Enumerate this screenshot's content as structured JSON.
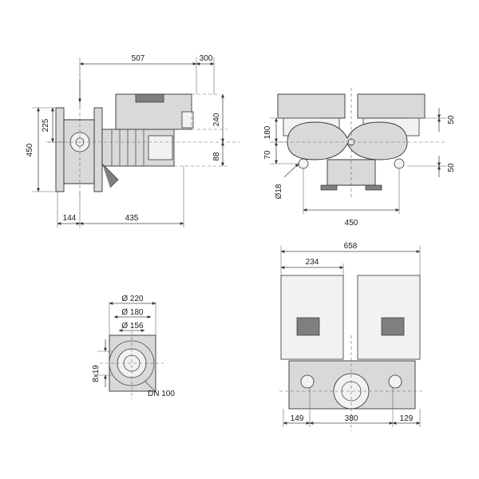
{
  "dimensions": {
    "side": {
      "d507": "507",
      "d300": "300",
      "d225": "225",
      "d450": "450",
      "d240": "240",
      "d88": "88",
      "d144": "144",
      "d435": "435"
    },
    "front": {
      "d180": "180",
      "d70": "70",
      "d50_top": "50",
      "d50_bottom": "50",
      "d18": "Ø18",
      "d450": "450"
    },
    "flange": {
      "d220": "Ø 220",
      "d180": "Ø 180",
      "d156": "Ø 156",
      "holes": "8x19",
      "dn": "DN 100"
    },
    "top": {
      "d658": "658",
      "d234": "234",
      "d149": "149",
      "d380": "380",
      "d129": "129"
    }
  }
}
